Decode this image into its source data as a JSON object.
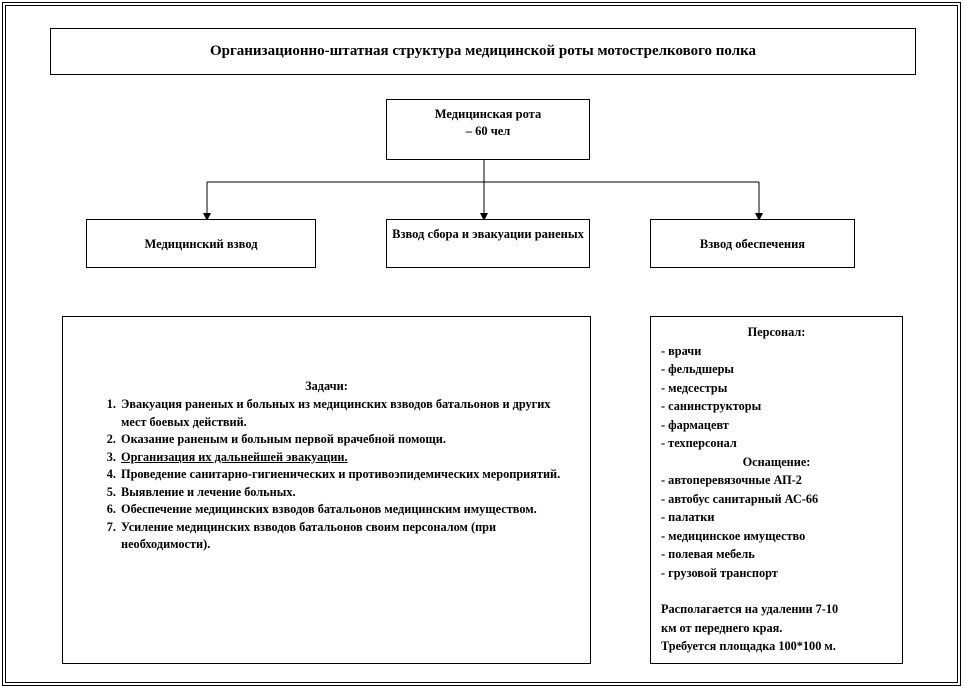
{
  "title": "Организационно-штатная структура медицинской  роты  мотострелкового полка",
  "root": {
    "line1": "Медицинская рота",
    "line2": "– 60 чел"
  },
  "children": [
    {
      "label": "Медицинский взвод"
    },
    {
      "label": "Взвод сбора и эвакуации раненых"
    },
    {
      "label": "Взвод обеспечения"
    }
  ],
  "tasks": {
    "header": "Задачи:",
    "items": [
      "Эвакуация раненых и больных из медицинских взводов батальонов и других  мест боевых действий.",
      "Оказание раненым и больным первой врачебной помощи.",
      "Организация их дальнейшей  эвакуации.",
      "Проведение санитарно-гигиенических и противоэпидемических мероприятий.",
      "Выявление и лечение больных.",
      "Обеспечение медицинских взводов батальонов медицинским имуществом.",
      "Усиление медицинских взводов батальонов своим персоналом (при необходимости)."
    ]
  },
  "info": {
    "personnel_header": "Персонал:",
    "personnel": [
      "- врачи",
      "- фельдшеры",
      "- медсестры",
      "- санинструкторы",
      "- фармацевт",
      "- техперсонал"
    ],
    "equipment_header": "Оснащение:",
    "equipment": [
      "- автоперевязочные АП-2",
      "- автобус санитарный АС-66",
      "- палатки",
      "- медицинское имущество",
      "- полевая мебель",
      "- грузовой транспорт"
    ],
    "location_line1": "Располагается на удалении 7-10",
    "location_line2": "км  от переднего края.",
    "area": "Требуется  площадка  100*100 м."
  }
}
